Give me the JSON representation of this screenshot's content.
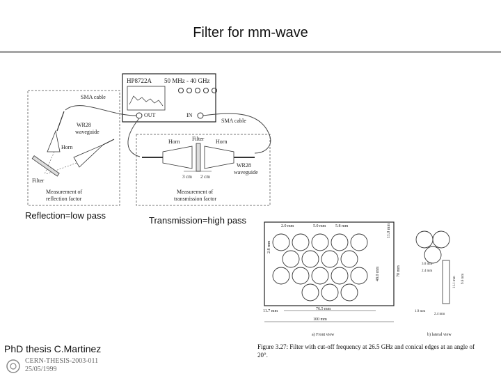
{
  "slide": {
    "title": "Filter for mm-wave",
    "caption_left": "Reflection=low pass",
    "caption_right": "Transmission=high pass",
    "footer": "PhD thesis C.Martinez"
  },
  "setup_diagram": {
    "analyzer_model": "HP8722A",
    "analyzer_range": "50 MHz - 40 GHz",
    "port_out": "OUT",
    "port_in": "IN",
    "sma_cable_left": "SMA cable",
    "sma_cable_right": "SMA cable",
    "waveguide_left_1": "WR28",
    "waveguide_left_2": "waveguide",
    "horn_left": "Horn",
    "filter_left": "Filter",
    "reflection_label_1": "Measurement of",
    "reflection_label_2": "reflection factor",
    "horn_tx_left": "Horn",
    "filter_tx": "Filter",
    "horn_tx_right": "Horn",
    "waveguide_right_1": "WR28",
    "waveguide_right_2": "waveguide",
    "dist_1": "3 cm",
    "dist_2": "2 cm",
    "transmission_label_1": "Measurement of",
    "transmission_label_2": "transmission factor"
  },
  "filter_drawing": {
    "dim_top_1": "2.0 mm",
    "dim_top_2": "5.0 mm",
    "dim_top_3": "5.8 mm",
    "dim_right_1": "11.0 mm",
    "dim_left": "2.8 mm",
    "dim_height_1": "48.0 mm",
    "dim_height_2": "70 mm",
    "dim_bottom_left": "11.7 mm",
    "dim_inner_width": "76.5 mm",
    "dim_outer_width": "100 mm",
    "label_front": "a) Front view",
    "side_dim_1": "3.0 mm",
    "side_dim_2": "2.4 mm",
    "side_dim_3": "11.1 mm",
    "side_dim_4": "9.6 mm",
    "side_dim_5": "1.9 mm",
    "side_dim_6": "2.4 mm",
    "label_side": "b) lateral view",
    "figure_caption": "Figure 3.27: Filter with cut-off frequency at 26.5 GHz and conical edges at an angle of 20°."
  },
  "logo": {
    "text_1": "CERN-THESIS-2003-011",
    "text_2": "25/05/1999"
  }
}
